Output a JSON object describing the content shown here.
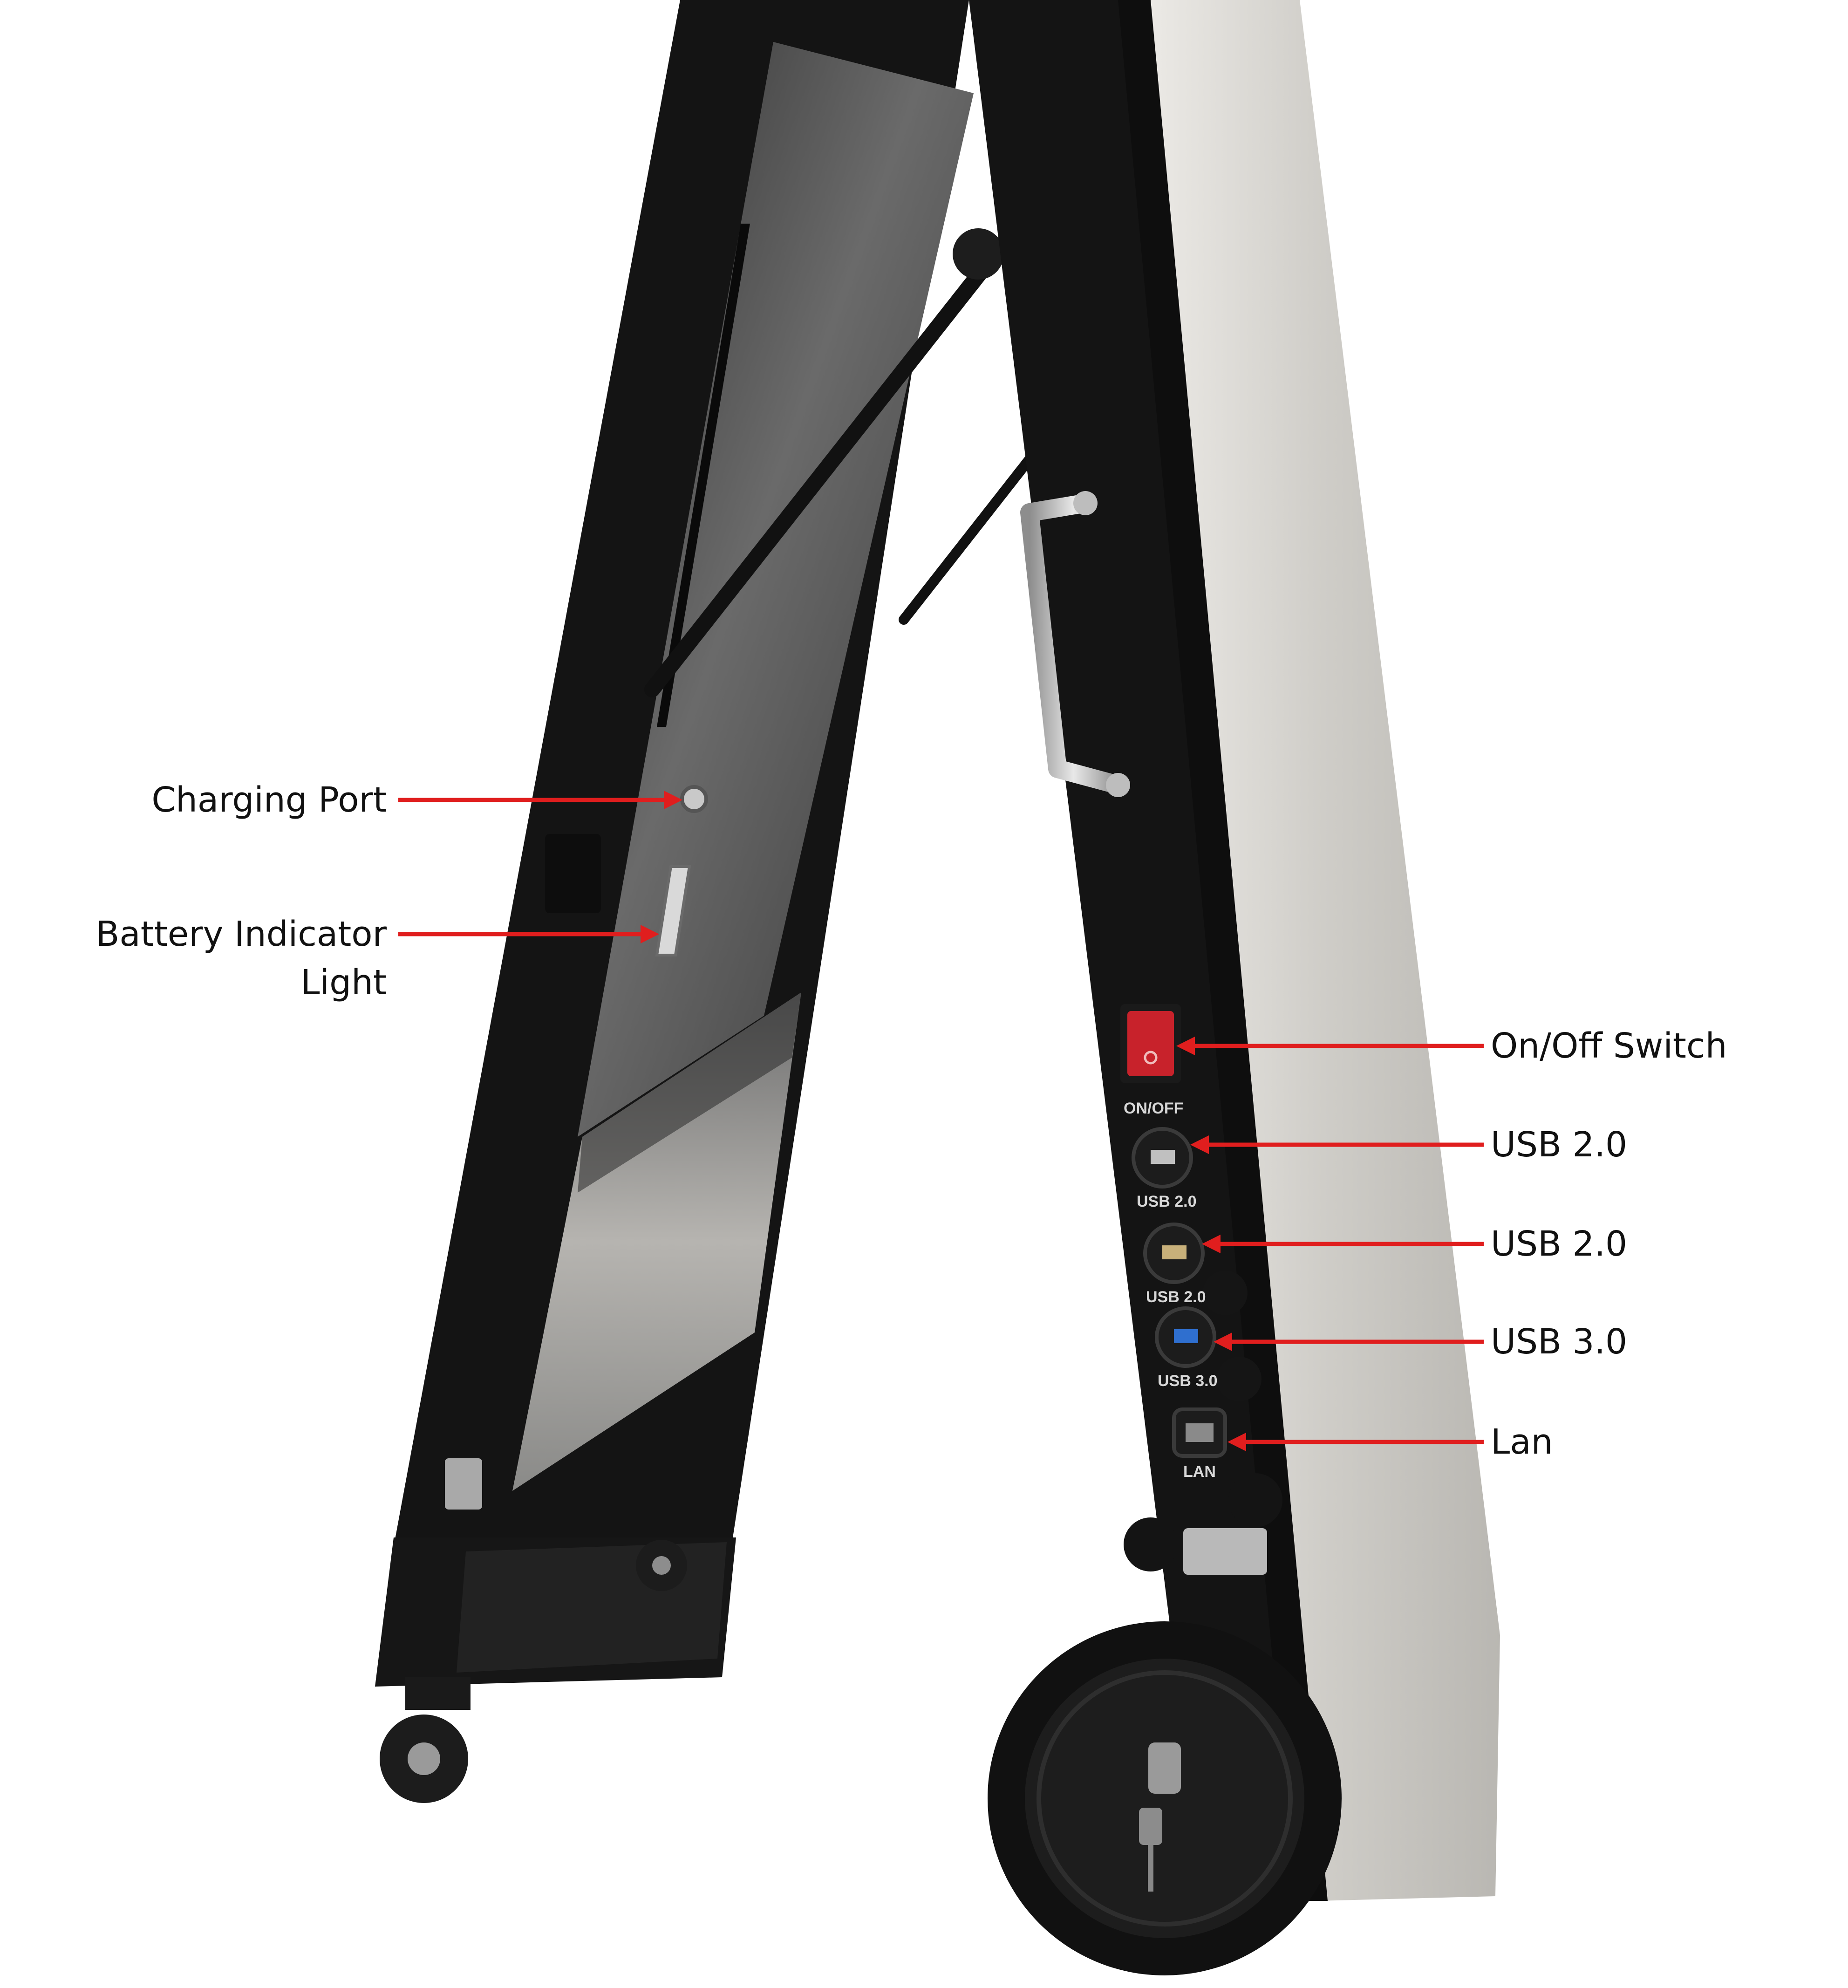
{
  "callouts": {
    "charging_port": "Charging Port",
    "battery_indicator_line1": "Battery Indicator",
    "battery_indicator_line2": "Light",
    "on_off_switch": "On/Off Switch",
    "usb_2_0_first": "USB 2.0",
    "usb_2_0_second": "USB 2.0",
    "usb_3_0": "USB 3.0",
    "lan": "Lan"
  },
  "port_labels": {
    "on_off": "ON/OFF",
    "usb_a": "USB 2.0",
    "usb_b": "USB 2.0",
    "usb_c": "USB 3.0",
    "lan": "LAN"
  },
  "colors": {
    "arrow": "#e01e1e",
    "frame": "#141414",
    "panel": "#3a3a3a",
    "screen": "#c9c7c2",
    "switch": "#c8222b"
  }
}
